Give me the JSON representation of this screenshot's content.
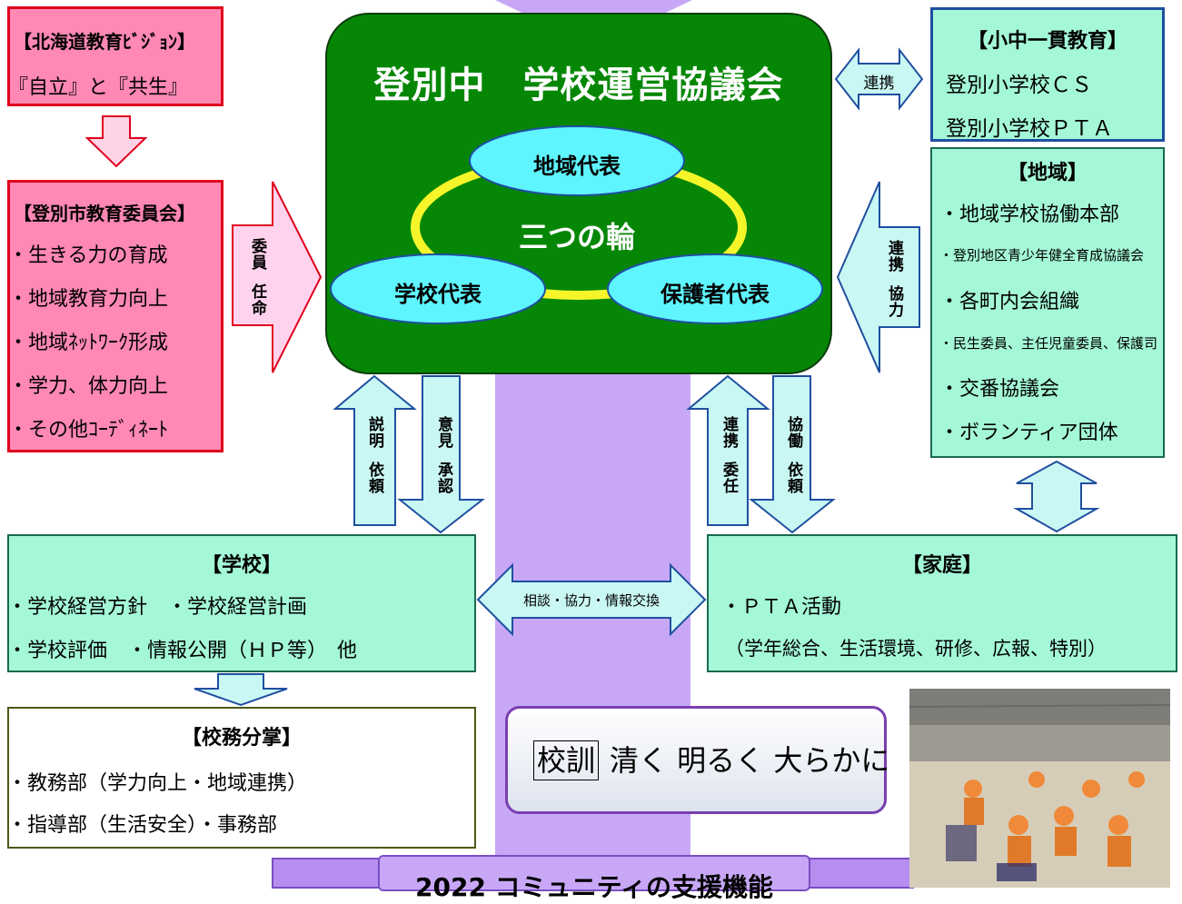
{
  "hokkaido": {
    "title": "【北海道教育ﾋﾞｼﾞｮﾝ】",
    "body": "『自立』と『共生』"
  },
  "city": {
    "title": "【登別市教育委員会】",
    "items": [
      "・生きる力の育成",
      "・地域教育力向上",
      "・地域ﾈｯﾄﾜｰｸ形成",
      "・学力、体力向上",
      "・その他ｺｰﾃﾞｨﾈｰﾄ"
    ]
  },
  "council": {
    "title": "登別中　学校運営協議会",
    "ring": "三つの輪",
    "community": "地域代表",
    "school": "学校代表",
    "guardian": "保護者代表"
  },
  "arrows": {
    "appoint": [
      "委員",
      "任命"
    ],
    "renkei_top": "連携",
    "region": [
      "連携",
      "協力"
    ],
    "school_up": [
      "説明",
      "依頼"
    ],
    "school_down": [
      "意見",
      "承認"
    ],
    "home_up": [
      "連携",
      "委任"
    ],
    "home_down": [
      "協働",
      "依頼"
    ],
    "middle": "相談・協力・情報交換"
  },
  "ikkan": {
    "title": "【小中一貫教育】",
    "items": [
      "登別小学校ＣＳ",
      "登別小学校ＰＴＡ"
    ]
  },
  "region": {
    "title": "【地域】",
    "items": [
      "・地域学校協働本部",
      "・登別地区青少年健全育成協議会",
      "・各町内会組織",
      "・民生委員、主任児童委員、保護司",
      "・交番協議会",
      "・ボランティア団体"
    ]
  },
  "school": {
    "title": "【学校】",
    "line1": "・学校経営方針　・学校経営計画",
    "line2": "・学校評価　・情報公開（ＨＰ等）　他"
  },
  "home": {
    "title": "【家庭】",
    "line1": "・ＰＴＡ活動",
    "line2": "（学年総合、生活環境、研修、広報、特別）"
  },
  "duties": {
    "title": "【校務分掌】",
    "items": [
      "・教務部（学力向上・地域連携）",
      "・指導部（生活安全）・事務部"
    ]
  },
  "motto": {
    "label": "校訓",
    "text": "清く 明るく 大らかに"
  },
  "banner": {
    "text": "2022 コミュニティの支援機能"
  },
  "colors": {
    "purple": "#c8a8f6",
    "green": "#058705",
    "cyan": "#5ff5ff",
    "mint": "#a4f8d8",
    "mint_border": "#1a6a4f",
    "pink": "#ff88b4",
    "pink_border": "#e0001c",
    "yellow": "#f5f52a"
  }
}
